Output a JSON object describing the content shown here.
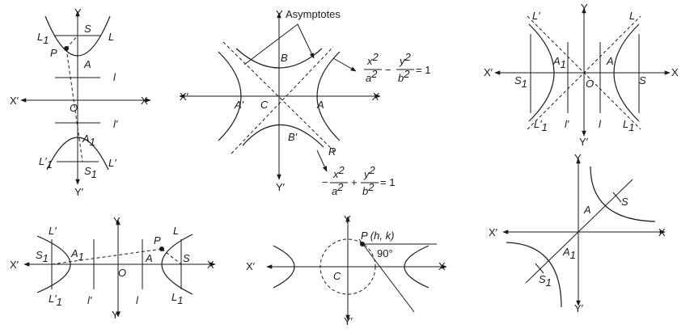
{
  "panel1": {
    "y": "Y",
    "s": "S",
    "l1": "L",
    "l1_sub": "1",
    "l": "L",
    "p": "P",
    "a": "A",
    "dir1": "l",
    "xp": "X′",
    "o": "O",
    "x": "X",
    "dir2": "l′",
    "a1": "A",
    "a1_sub": "1",
    "lp1": "L′",
    "lp1_sub": "1",
    "lp": "L′",
    "s1": "S",
    "s1_sub": "1",
    "yp": "Y′"
  },
  "panel2": {
    "y": "Y",
    "title": "Asymptotes",
    "b": "B",
    "xp": "X′",
    "ap": "A′",
    "c": "C",
    "a": "A",
    "x": "X",
    "bp": "B′",
    "r": "R",
    "yp": "Y′",
    "eq1": {
      "x2": "x",
      "a2": "a",
      "minus": "−",
      "y2": "y",
      "b2": "b",
      "rhs": "= 1",
      "sup": "2"
    },
    "eq2": {
      "neg": "−",
      "x2": "x",
      "a2": "a",
      "plus": "+",
      "y2": "y",
      "b2": "b",
      "rhs": "= 1",
      "sup": "2"
    }
  },
  "panel3": {
    "y": "Y",
    "lp": "L′",
    "l": "L",
    "xp": "X′",
    "s1": "S",
    "s1_sub": "1",
    "a1": "A",
    "a1_sub": "1",
    "a": "A",
    "o": "O",
    "s": "S",
    "x": "X",
    "lp1": "L′",
    "lp1_sub": "1",
    "dirp": "l′",
    "dir": "l",
    "l1": "L",
    "l1_sub": "1",
    "yp": "Y′"
  },
  "panel4": {
    "y": "Y",
    "s": "S",
    "a": "A",
    "xp": "X′",
    "x": "X",
    "a1": "A",
    "a1_sub": "1",
    "s1": "S",
    "s1_sub": "1",
    "yp": "Y′"
  },
  "panel5": {
    "lp": "L′",
    "y": "Y",
    "p": "P",
    "l": "L",
    "xp": "X′",
    "s1": "S",
    "s1_sub": "1",
    "a1": "A",
    "a1_sub": "1",
    "a": "A",
    "s": "S",
    "x": "X",
    "o": "O",
    "lp1": "L′",
    "lp1_sub": "1",
    "dirp": "l′",
    "dir": "l",
    "l1": "L",
    "l1_sub": "1",
    "yp": "Y′"
  },
  "panel6": {
    "y": "Y",
    "p": "P (h, k)",
    "angle": "90°",
    "xp": "X′",
    "c": "C",
    "x": "X",
    "yp": "Y′"
  }
}
